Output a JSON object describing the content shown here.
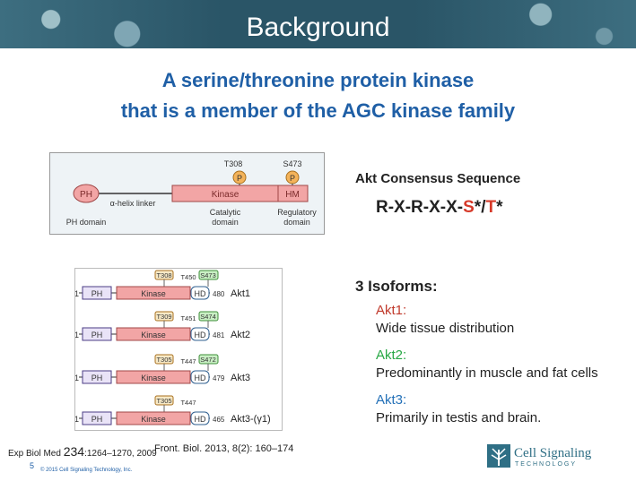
{
  "slide": {
    "title": "Background",
    "subtitle_line1": "A serine/threonine protein kinase",
    "subtitle_line2": "that is a member of the AGC kinase family",
    "page_number": "5",
    "copyright": "© 2015 Cell Signaling Technology, Inc."
  },
  "domain_diagram": {
    "site1": "T308",
    "site2": "S473",
    "phospho": "P",
    "ph_label": "PH",
    "kinase_label": "Kinase",
    "hm_label": "HM",
    "linker_label": "α-helix linker",
    "ph_domain_label": "PH domain",
    "catalytic_line1": "Catalytic",
    "catalytic_line2": "domain",
    "regulatory_line1": "Regulatory",
    "regulatory_line2": "domain"
  },
  "consensus": {
    "label": "Akt  Consensus  Sequence",
    "seq_prefix": "R-X-R-X-X-",
    "s_res": "S",
    "mid": "*/",
    "t_res": "T",
    "star": "*"
  },
  "isoform_diagram": {
    "rows": [
      {
        "start": "1",
        "ph": "PH",
        "kinase": "Kinase",
        "hd": "HD",
        "t_site": "T308",
        "mid_site": "T450",
        "s_site": "S473",
        "end": "480",
        "name": "Akt1"
      },
      {
        "start": "1",
        "ph": "PH",
        "kinase": "Kinase",
        "hd": "HD",
        "t_site": "T309",
        "mid_site": "T451",
        "s_site": "S474",
        "end": "481",
        "name": "Akt2"
      },
      {
        "start": "1",
        "ph": "PH",
        "kinase": "Kinase",
        "hd": "HD",
        "t_site": "T305",
        "mid_site": "T447",
        "s_site": "S472",
        "end": "479",
        "name": "Akt3"
      },
      {
        "start": "1",
        "ph": "PH",
        "kinase": "Kinase",
        "hd": "HD",
        "t_site": "T305",
        "mid_site": "T447",
        "s_site": "",
        "end": "465",
        "name": "Akt3-(γ1)"
      }
    ]
  },
  "isoforms": {
    "title": "3  Isoforms:",
    "items": [
      {
        "name": "Akt1:",
        "desc": "Wide tissue distribution",
        "color": "#c0392b"
      },
      {
        "name": "Akt2:",
        "desc": "Predominantly in muscle and fat cells",
        "color": "#27a844"
      },
      {
        "name": "Akt3:",
        "desc": "Primarily in testis and brain.",
        "color": "#2471b8"
      }
    ]
  },
  "references": {
    "ref1_prefix": "Exp Biol Med ",
    "ref1_volume": "234",
    "ref1_suffix": ":1264–1270, 2009",
    "ref2": "Front. Biol. 2013, 8(2): 160–174"
  },
  "logo": {
    "name": "Cell Signaling",
    "sub": "TECHNOLOGY"
  },
  "colors": {
    "banner": "#2a5567",
    "subtitle": "#1f5fa6",
    "kinase_fill": "#f2a5a5",
    "ph_fill": "#e9e3f7",
    "hd_fill": "#ffffff",
    "t_site_fill": "#f7e9c6",
    "s_site_fill": "#c9efc4",
    "consensus_red": "#d63a2a"
  }
}
